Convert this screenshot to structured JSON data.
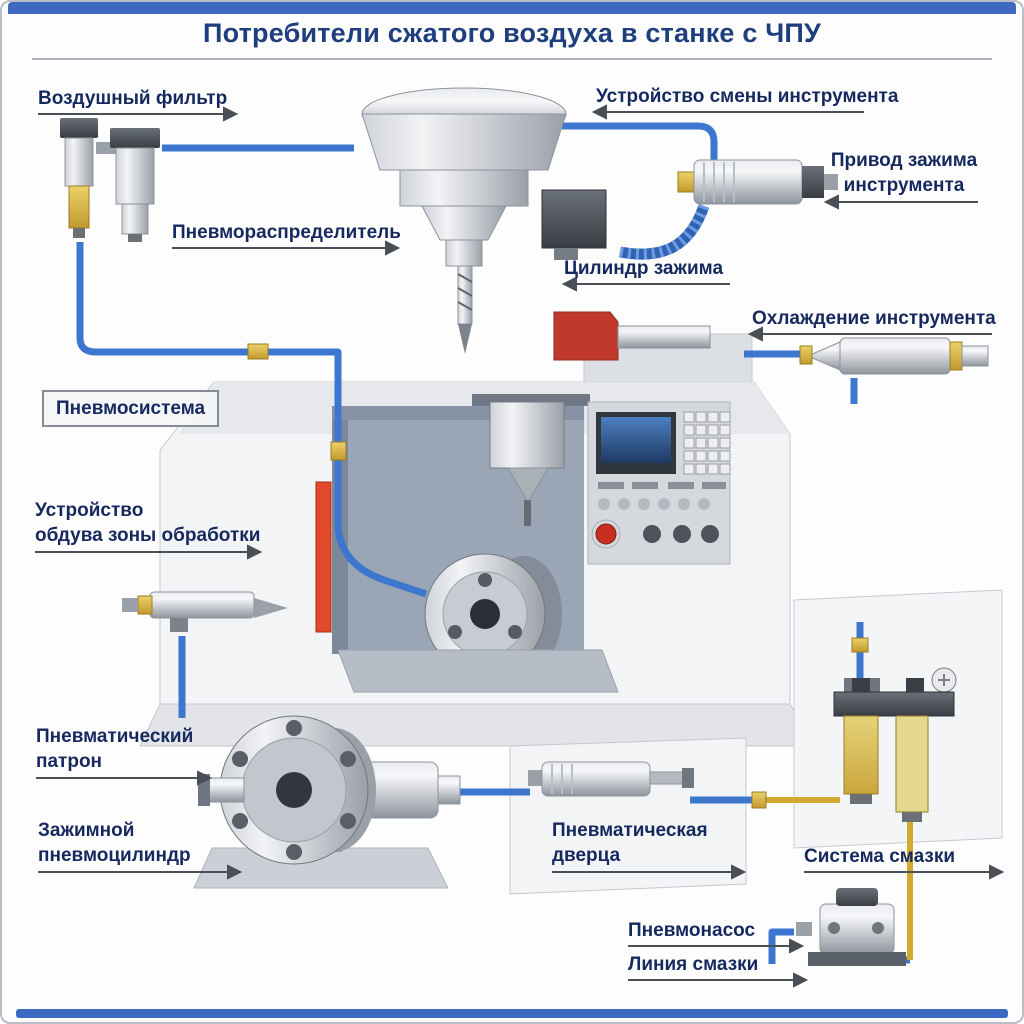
{
  "title": "Потребители сжатого воздуха в станке с ЧПУ",
  "labels": {
    "air_filter": "Воздушный фильтр",
    "tool_change": "Устройство смены инструмента",
    "pneumo_distributor": "Пневмораспределитель",
    "tool_clamp_drive": "Привод зажима\nинструмента",
    "clamp_cylinder": "Цилиндр зажима",
    "tool_cooling": "Охлаждение инструмента",
    "pneumo_system": "Пневмосистема",
    "blowoff": "Устройство\nобдува зоны обработки",
    "pneumatic_chuck": "Пневматический\nпатрон",
    "clamping_cylinder": "Зажимной\nпневмоцилиндр",
    "pneumatic_door": "Пневматическая\nдверца",
    "lubrication_system": "Система смазки",
    "pneumo_pump": "Пневмонасос",
    "lubrication_line": "Линия смазки"
  },
  "colors": {
    "accent_blue": "#3c76cf",
    "title_navy": "#1e3e7e",
    "label_navy": "#15295f",
    "tube_yellow": "#d2aa30",
    "alert_red": "#c0392b"
  }
}
